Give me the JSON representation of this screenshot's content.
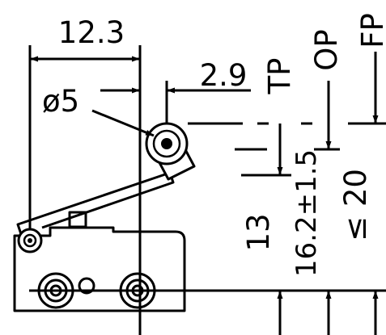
{
  "dimensions": {
    "width_label": "12.3",
    "offset_label": "2.9",
    "roller_diameter_label": "ø5",
    "tp_height_label": "13",
    "op_height_label": "16.2±1.5",
    "fp_height_label": "≤ 20"
  },
  "positions": {
    "tp": "TP",
    "op": "OP",
    "fp": "FP"
  }
}
